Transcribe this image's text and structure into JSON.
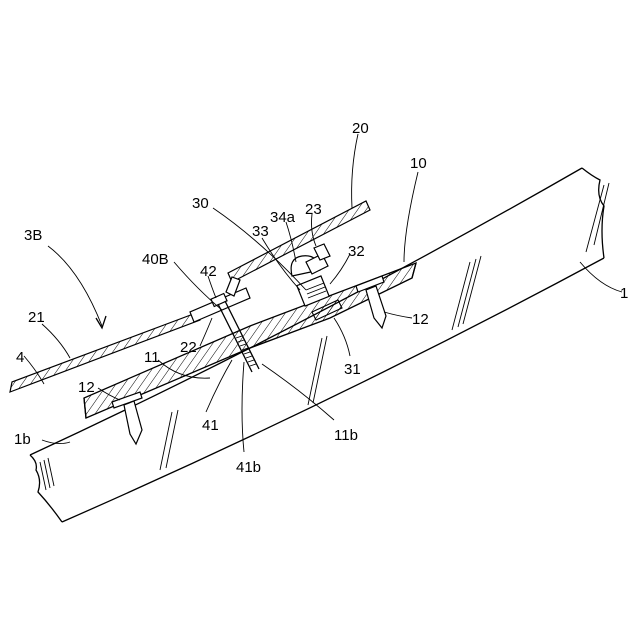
{
  "labels": {
    "l_20": "20",
    "l_10": "10",
    "l_1": "1",
    "l_30": "30",
    "l_34a": "34a",
    "l_23": "23",
    "l_33": "33",
    "l_32": "32",
    "l_3B": "3B",
    "l_40B": "40B",
    "l_42": "42",
    "l_21": "21",
    "l_12_right": "12",
    "l_22": "22",
    "l_31": "31",
    "l_4": "4",
    "l_11": "11",
    "l_12_left": "12",
    "l_41": "41",
    "l_11b": "11b",
    "l_1b": "1b",
    "l_41b": "41b"
  }
}
